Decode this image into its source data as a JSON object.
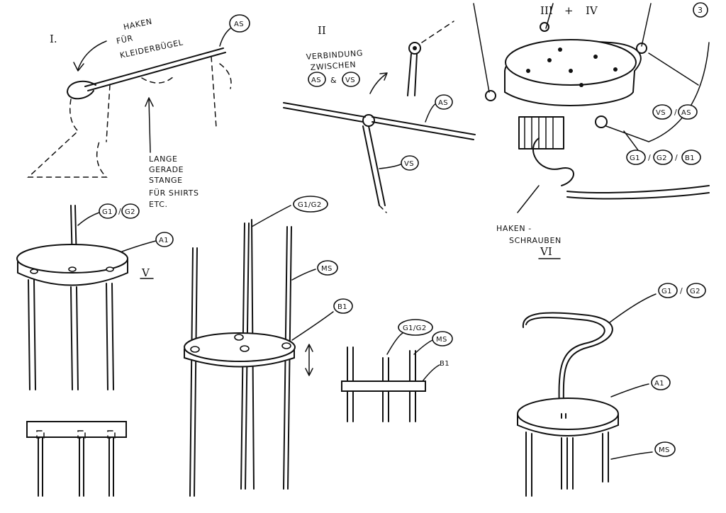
{
  "page_number": "3",
  "sections": {
    "s1": {
      "numeral": "I.",
      "note_hook": [
        "HAKEN",
        "FÜR",
        "KLEIDERBÜGEL"
      ],
      "note_rod": [
        "LANGE",
        "GERADE",
        "STANGE",
        "FÜR SHIRTS",
        "ETC."
      ],
      "tag": "AS"
    },
    "s2": {
      "numeral": "II",
      "note": [
        "VERBINDUNG",
        "ZWISCHEN"
      ],
      "tags": [
        "AS",
        "VS"
      ],
      "and": "&",
      "tag_rod": "AS",
      "tag_vertical": "VS"
    },
    "s34": {
      "numeral_a": "III",
      "plus": "+",
      "numeral_b": "IV",
      "tag_vs_as": [
        "VS",
        "AS"
      ],
      "tag_g_b": [
        "G1",
        "G2",
        "B1"
      ],
      "note_screw": [
        "HAKEN -",
        "SCHRAUBEN"
      ],
      "numeral_c": "VI"
    },
    "s5": {
      "numeral": "V",
      "tag_g": [
        "G1",
        "G2"
      ],
      "tag_disc": "A1"
    },
    "middle": {
      "tag_g": "G1/G2",
      "tag_ms": "MS",
      "tag_b1": "B1"
    },
    "detail": {
      "tag_g": "G1/G2",
      "tag_ms": "MS",
      "tag_b1": "B1"
    },
    "hanger": {
      "tag_g": [
        "G1",
        "G2"
      ],
      "tag_a1": "A1",
      "tag_ms": "MS"
    }
  },
  "sep": "/"
}
